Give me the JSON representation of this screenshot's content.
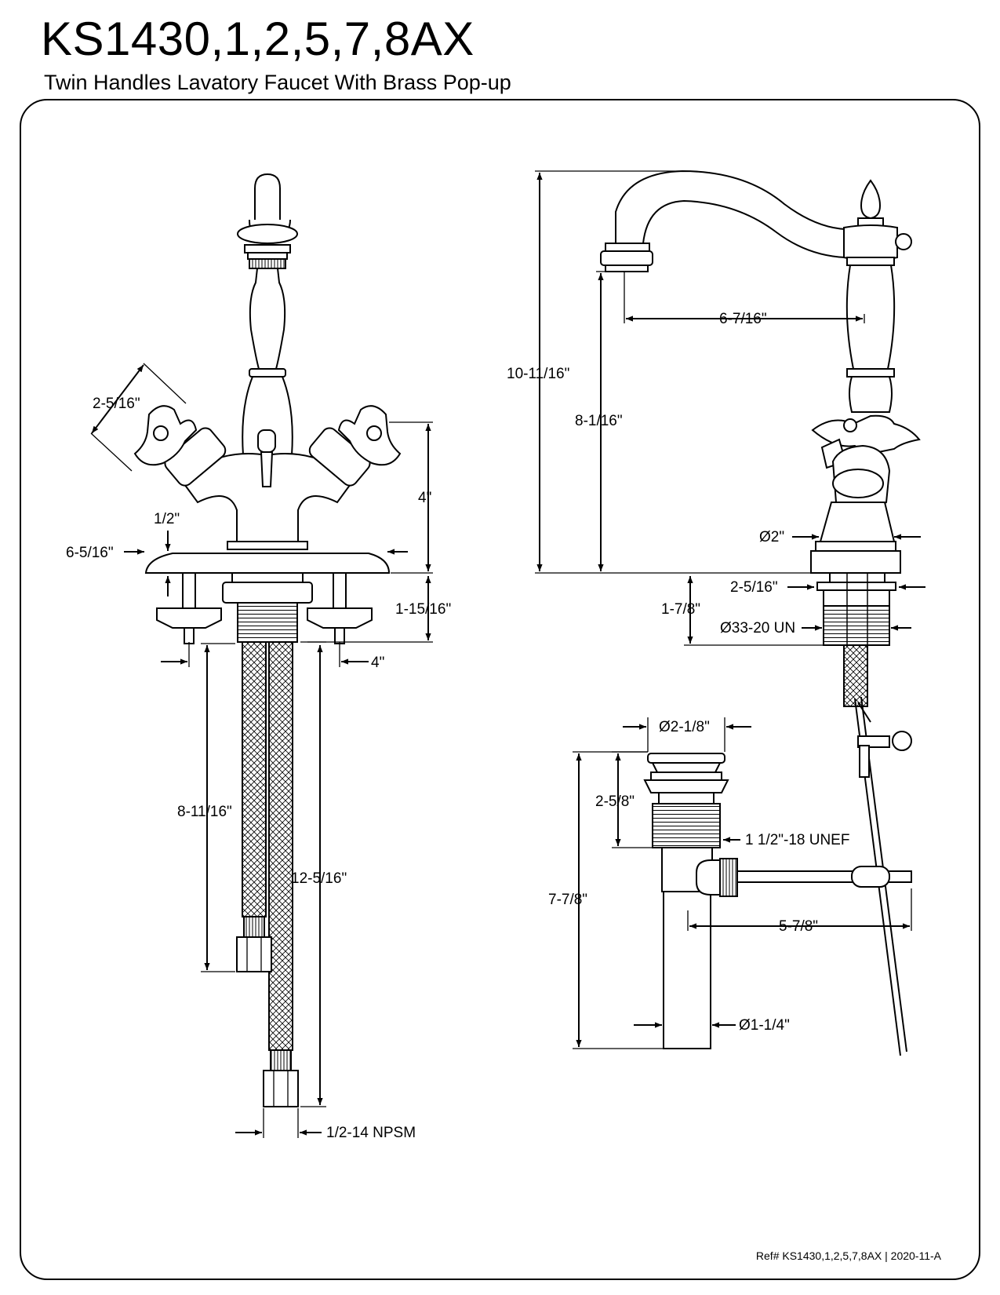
{
  "header": {
    "model": "KS1430,1,2,5,7,8AX",
    "description": "Twin Handles Lavatory Faucet With Brass Pop-up"
  },
  "front_view": {
    "handle_width": "2-5/16\"",
    "handle_height": "4\"",
    "plate_thickness": "1/2\"",
    "plate_width": "6-5/16\"",
    "shank_length": "1-15/16\"",
    "center_spacing": "4\"",
    "short_hose_length": "8-11/16\"",
    "long_hose_length": "12-5/16\"",
    "hose_connection": "1/2-14 NPSM"
  },
  "side_view": {
    "overall_height": "10-11/16\"",
    "spout_reach": "6-7/16\"",
    "spout_height": "8-1/16\"",
    "base_diameter": "Ø2\"",
    "hole_diameter": "2-5/16\"",
    "shank_length": "1-7/8\"",
    "shank_thread": "Ø33-20 UN"
  },
  "popup_drain": {
    "flange_diameter": "Ø2-1/8\"",
    "body_height": "2-5/8\"",
    "thread": "1 1/2\"-18 UNEF",
    "overall_length": "7-7/8\"",
    "rod_length": "5-7/8\"",
    "tail_diameter": "Ø1-1/4\""
  },
  "footer": {
    "reference": "Ref# KS1430,1,2,5,7,8AX | 2020-11-A"
  }
}
